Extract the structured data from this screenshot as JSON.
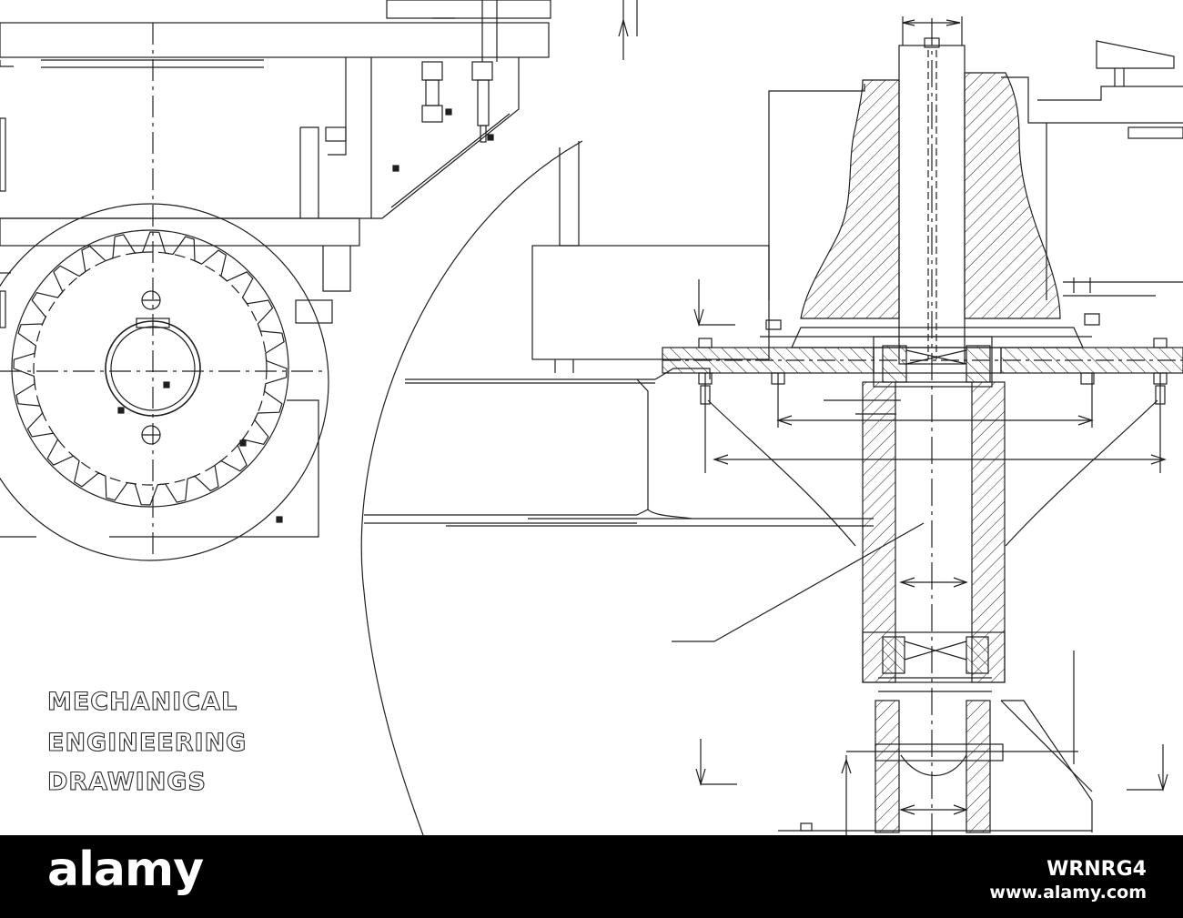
{
  "title_lines": [
    "MECHANICAL",
    "ENGINEERING",
    "DRAWINGS"
  ],
  "footer": {
    "logo": "alamy",
    "image_id": "WRNRG4",
    "website": "www.alamy.com"
  },
  "colors": {
    "background": "#ffffff",
    "line": "#1e1e1e",
    "footer": "#000000",
    "footer_text": "#ffffff"
  }
}
